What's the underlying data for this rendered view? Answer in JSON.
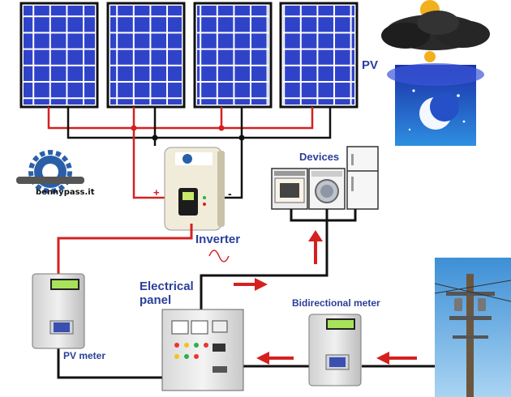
{
  "labels": {
    "pv": "PV",
    "devices": "Devices",
    "inverter": "Inverter",
    "panel_line1": "Electrical",
    "panel_line2": "panel",
    "bidirectional_meter": "Bidirectional meter",
    "pv_meter": "PV meter",
    "plus": "+",
    "minus": "-",
    "logo": "bennypass.it"
  },
  "colors": {
    "label": "#2b3f9a",
    "positive_wire": "#d62020",
    "negative_wire": "#111111",
    "arrow": "#d62020",
    "panel_cell": "#2f43c9",
    "logo_gear": "#2a5fa8"
  },
  "icons": [
    "solar-panel-icon",
    "cloud-sun-icon",
    "night-moon-icon",
    "inverter-icon",
    "oven-icon",
    "washing-machine-icon",
    "fridge-icon",
    "electric-meter-icon",
    "switchboard-icon",
    "utility-pole-icon",
    "gear-wrench-logo-icon"
  ]
}
